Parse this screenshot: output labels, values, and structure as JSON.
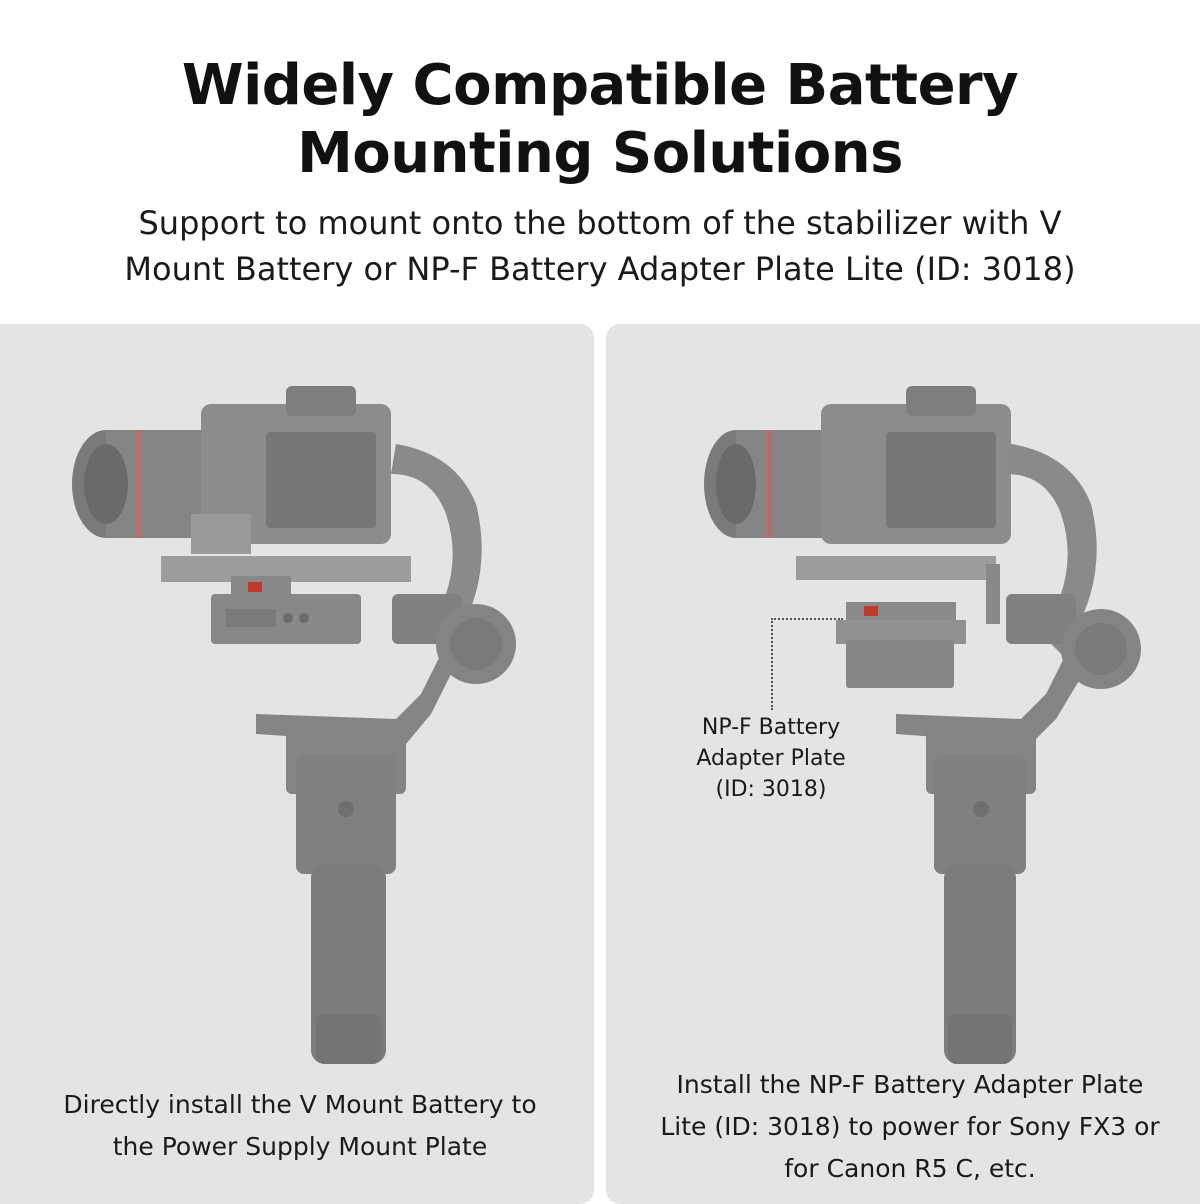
{
  "header": {
    "title_line1": "Widely Compatible Battery",
    "title_line2": "Mounting Solutions",
    "subtitle_line1": "Support to mount onto the bottom of the stabilizer with V",
    "subtitle_line2": "Mount Battery or NP-F Battery Adapter Plate Lite (ID: 3018)"
  },
  "left_panel": {
    "caption_line1": "Directly install the V Mount Battery to",
    "caption_line2": "the Power Supply Mount Plate"
  },
  "right_panel": {
    "callout_line1": "NP-F Battery",
    "callout_line2": "Adapter Plate",
    "callout_line3": "(ID: 3018)",
    "caption_line1": "Install the NP-F Battery Adapter Plate",
    "caption_line2": "Lite (ID: 3018) to power for Sony FX3 or",
    "caption_line3": "for Canon R5 C, etc."
  },
  "colors": {
    "panel_bg": "#e4e4e4",
    "accent_red": "#c0392b",
    "gimbal_gray": "#8a8a8a"
  }
}
